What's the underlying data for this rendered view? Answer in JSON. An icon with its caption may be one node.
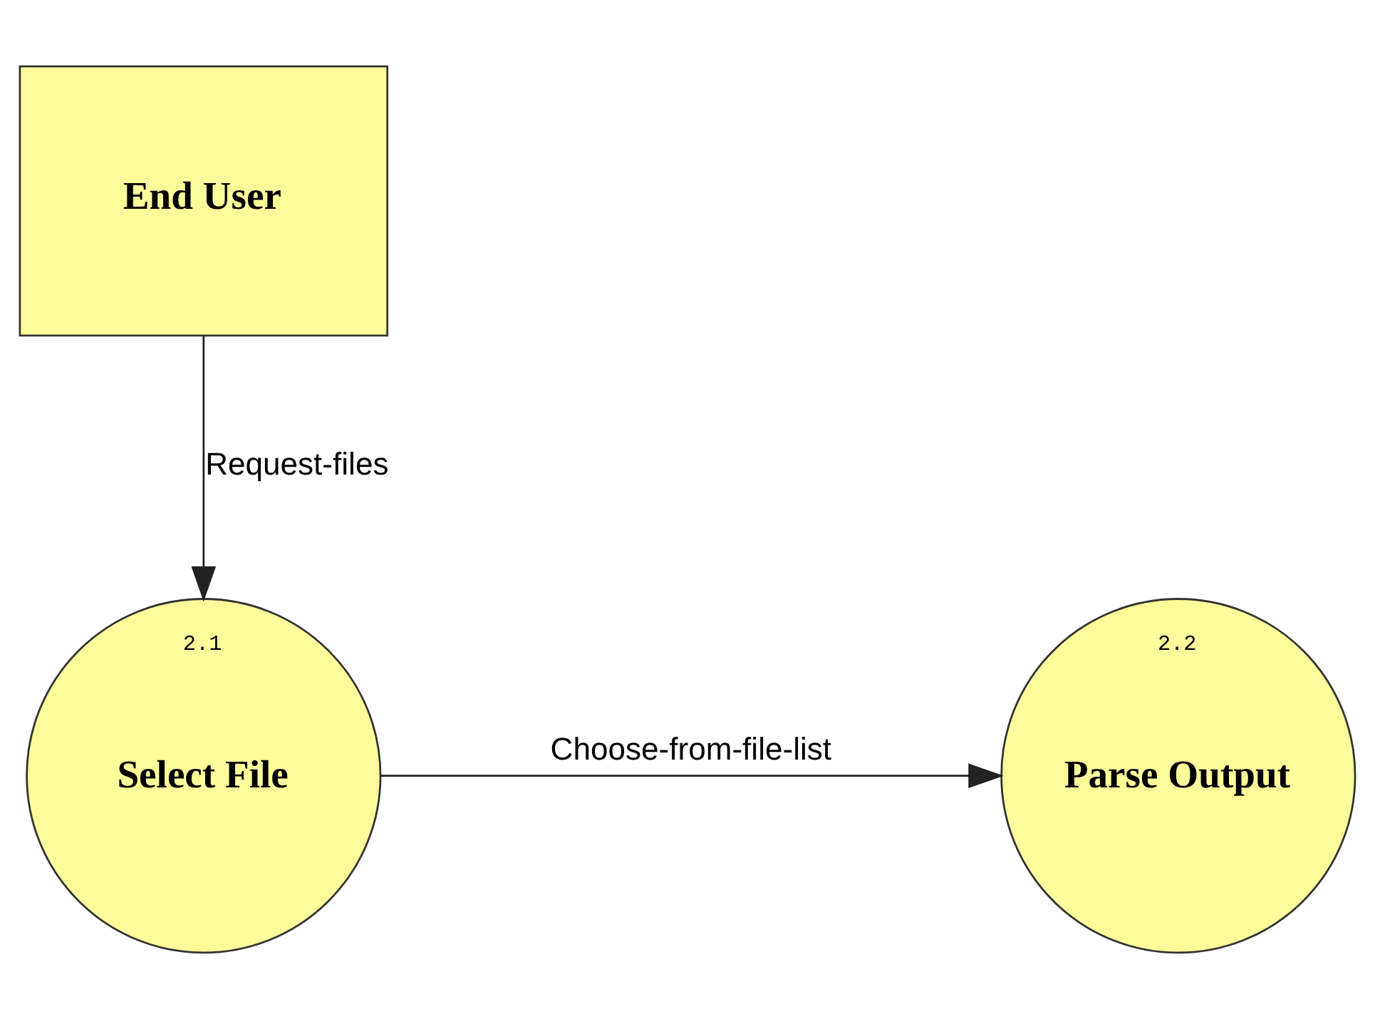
{
  "diagram": {
    "nodes": [
      {
        "text": [
          "End User"
        ]
      },
      {
        "text": [
          "2.1",
          "Select File"
        ]
      },
      {
        "text": [
          "2.2",
          "Parse Output"
        ]
      }
    ],
    "edges": [
      {
        "from": 0,
        "to": 1,
        "arrow": "to",
        "label": "Request-files"
      },
      {
        "from": 1,
        "to": 2,
        "arrow": "to",
        "label": "Choose-from-file-list"
      }
    ]
  }
}
